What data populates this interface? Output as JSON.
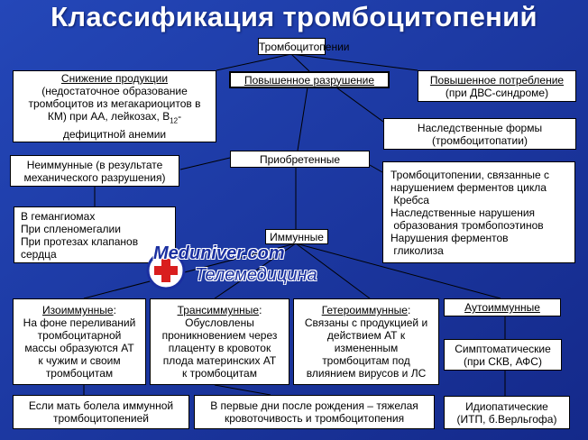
{
  "title": "Классификация тромбоцитопений",
  "colors": {
    "background": "#1f3fa8",
    "box": "#ffffff",
    "line": "#000000",
    "watermark": "#1a2fa0",
    "logo_red": "#d91e1e"
  },
  "nodes": {
    "root": {
      "label": "Тромбоцитопении"
    },
    "production": {
      "label": "Снижение продукции",
      "lines": [
        "(недостаточное образование",
        "тромбоцитов из мегакариоцитов в",
        "КМ) при АА, лейкозах, B",
        "дефицитной анемии"
      ],
      "sub": "12",
      "suffix": "-"
    },
    "destruction": {
      "label": "Повышенное разрушение"
    },
    "consumption": {
      "label": "Повышенное потребление",
      "lines": [
        "(при ДВС-синдроме)"
      ]
    },
    "hereditary": {
      "lines": [
        "Наследственные формы",
        "(тромбоцитопатии)"
      ]
    },
    "acquired": {
      "label": "Приобретенные"
    },
    "nonimmune": {
      "lines": [
        "Неиммунные (в результате",
        "механического разрушения)"
      ]
    },
    "hereditary_list": {
      "lines": [
        "Тромбоцитопении, связанные с",
        "нарушением ферментов цикла",
        " Кребса",
        "Наследственные нарушения",
        " образования тромбопоэтинов",
        "Нарушения ферментов",
        " гликолиза"
      ]
    },
    "mechanical_list": {
      "lines": [
        "В гемангиомах",
        "При спленомегалии",
        "При протезах клапанов",
        "сердца"
      ]
    },
    "immune": {
      "label": "Иммунные"
    },
    "iso": {
      "label": "Изоиммунные",
      "colon": ":",
      "lines": [
        "На фоне переливаний",
        "тромбоцитарной",
        "массы образуются АТ",
        "к чужим и своим",
        "тромбоцитам"
      ]
    },
    "trans": {
      "label": "Трансиммунные",
      "colon": ":",
      "lines": [
        "Обусловлены",
        "проникновением через",
        "плаценту в кровоток",
        "плода материнских АТ",
        "к тромбоцитам"
      ]
    },
    "hetero": {
      "label": "Гетероиммунные",
      "colon": ":",
      "lines": [
        "Связаны с продукцией и",
        "действием АТ к",
        "измененным",
        "тромбоцитам под",
        "влиянием вирусов и ЛС"
      ]
    },
    "auto": {
      "label": "Аутоиммунные"
    },
    "symptomatic": {
      "lines": [
        "Симптоматические",
        "(при СКВ, АФС)"
      ]
    },
    "mother": {
      "lines": [
        "Если мать болела иммунной",
        "тромбоцитопенией"
      ]
    },
    "newborn": {
      "lines": [
        "В первые дни после рождения – тяжелая",
        "кровоточивость и тромбоцитопения"
      ]
    },
    "idiopathic": {
      "lines": [
        "Идиопатические",
        "(ИТП, б.Верльгофа)"
      ]
    }
  },
  "watermark": {
    "line1": "Meduniver.com",
    "line2": "Телемедицина",
    "logo_icon": "red-cross-circle-icon"
  }
}
